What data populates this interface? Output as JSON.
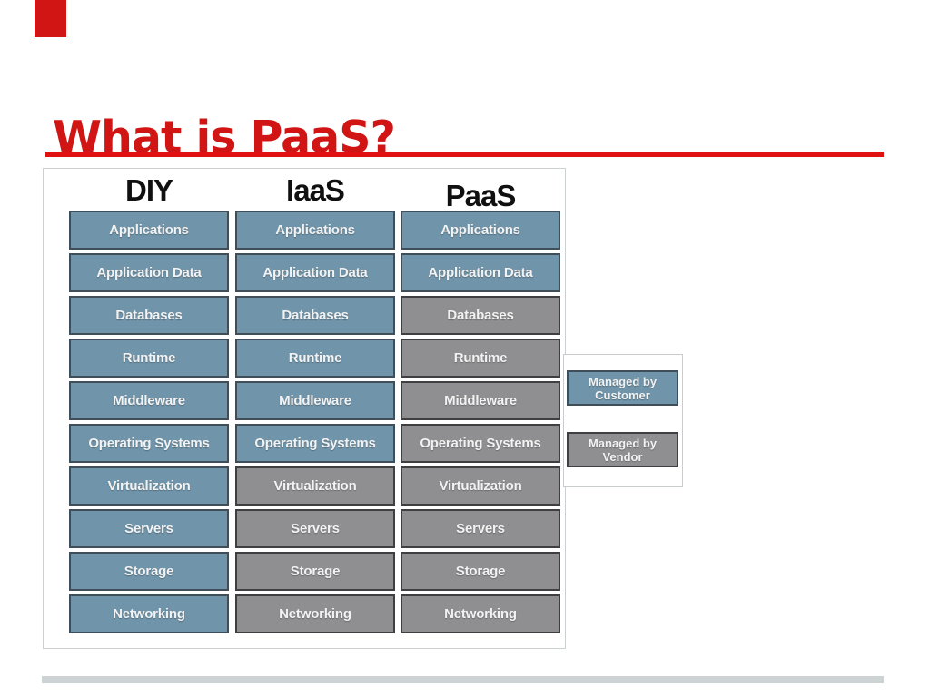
{
  "slide": {
    "title": "What is PaaS?"
  },
  "colors": {
    "title_red": "#d11414",
    "rule_red": "#e01111",
    "corner_red": "#d11414",
    "managed_customer_blue": "#7094a9",
    "managed_vendor_gray": "#8f8f91",
    "box_border_blue": "#3f4e58",
    "box_border_gray": "#3f3f42",
    "footer_bar_gray": "#cdd3d5"
  },
  "diagram": {
    "layers": [
      "Applications",
      "Application Data",
      "Databases",
      "Runtime",
      "Middleware",
      "Operating Systems",
      "Virtualization",
      "Servers",
      "Storage",
      "Networking"
    ],
    "columns": [
      {
        "name": "DIY",
        "boxes": [
          {
            "label": "Applications",
            "managed": "customer"
          },
          {
            "label": "Application Data",
            "managed": "customer"
          },
          {
            "label": "Databases",
            "managed": "customer"
          },
          {
            "label": "Runtime",
            "managed": "customer"
          },
          {
            "label": "Middleware",
            "managed": "customer"
          },
          {
            "label": "Operating Systems",
            "managed": "customer"
          },
          {
            "label": "Virtualization",
            "managed": "customer"
          },
          {
            "label": "Servers",
            "managed": "customer"
          },
          {
            "label": "Storage",
            "managed": "customer"
          },
          {
            "label": "Networking",
            "managed": "customer"
          }
        ]
      },
      {
        "name": "IaaS",
        "boxes": [
          {
            "label": "Applications",
            "managed": "customer"
          },
          {
            "label": "Application Data",
            "managed": "customer"
          },
          {
            "label": "Databases",
            "managed": "customer"
          },
          {
            "label": "Runtime",
            "managed": "customer"
          },
          {
            "label": "Middleware",
            "managed": "customer"
          },
          {
            "label": "Operating Systems",
            "managed": "customer"
          },
          {
            "label": "Virtualization",
            "managed": "vendor"
          },
          {
            "label": "Servers",
            "managed": "vendor"
          },
          {
            "label": "Storage",
            "managed": "vendor"
          },
          {
            "label": "Networking",
            "managed": "vendor"
          }
        ]
      },
      {
        "name": "PaaS",
        "boxes": [
          {
            "label": "Applications",
            "managed": "customer"
          },
          {
            "label": "Application Data",
            "managed": "customer"
          },
          {
            "label": "Databases",
            "managed": "vendor"
          },
          {
            "label": "Runtime",
            "managed": "vendor"
          },
          {
            "label": "Middleware",
            "managed": "vendor"
          },
          {
            "label": "Operating Systems",
            "managed": "vendor"
          },
          {
            "label": "Virtualization",
            "managed": "vendor"
          },
          {
            "label": "Servers",
            "managed": "vendor"
          },
          {
            "label": "Storage",
            "managed": "vendor"
          },
          {
            "label": "Networking",
            "managed": "vendor"
          }
        ]
      }
    ],
    "legend": {
      "items": [
        {
          "label": "Managed by Customer",
          "managed": "customer"
        },
        {
          "label": "Managed by Vendor",
          "managed": "vendor"
        }
      ]
    }
  }
}
